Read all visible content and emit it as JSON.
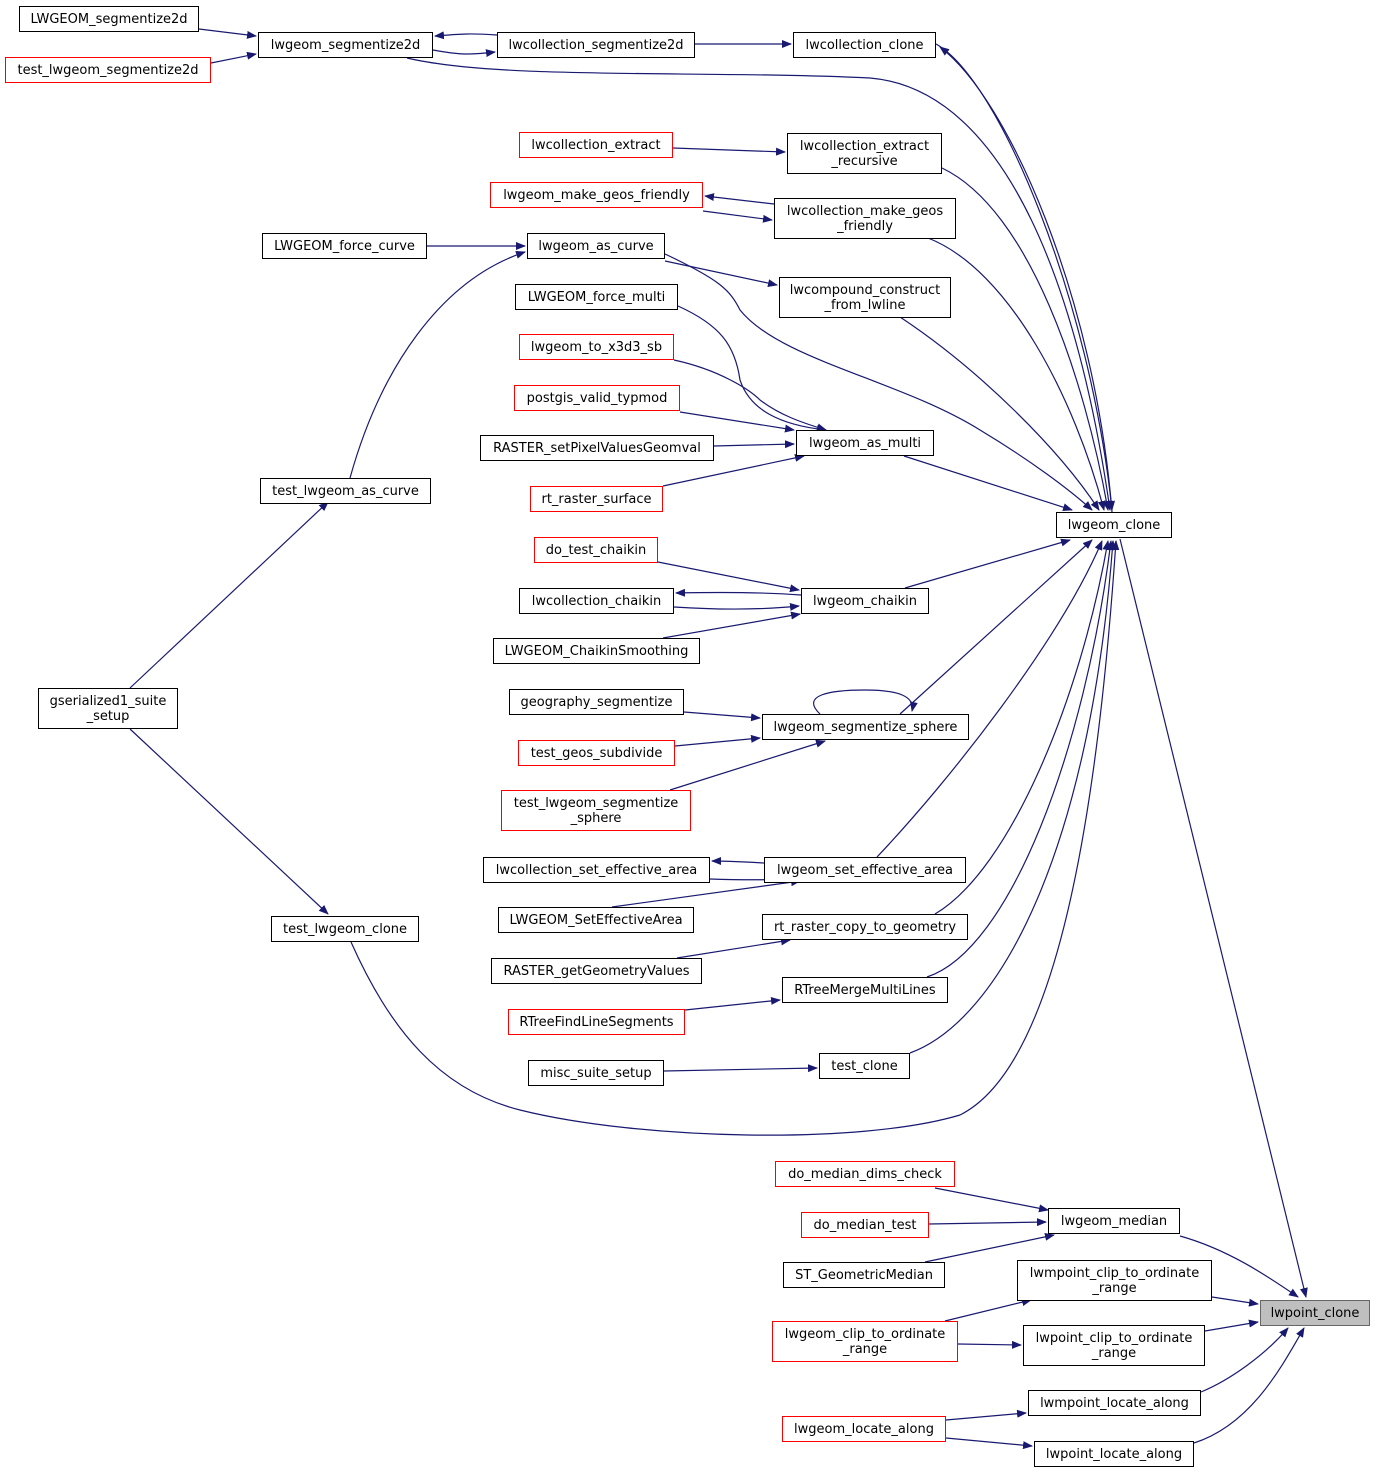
{
  "graph": {
    "edge_color": "#191970",
    "nodes": {
      "lwpoint_clone": {
        "lines": [
          "lwpoint_clone"
        ],
        "style": "focus"
      },
      "lwgeom_clone": {
        "lines": [
          "lwgeom_clone"
        ],
        "style": "black"
      },
      "lwgeom_median": {
        "lines": [
          "lwgeom_median"
        ],
        "style": "black"
      },
      "lwmpoint_clip_to_ordinate_range": {
        "lines": [
          "lwmpoint_clip_to_ordinate",
          "_range"
        ],
        "style": "black"
      },
      "lwpoint_clip_to_ordinate_range": {
        "lines": [
          "lwpoint_clip_to_ordinate",
          "_range"
        ],
        "style": "black"
      },
      "lwmpoint_locate_along": {
        "lines": [
          "lwmpoint_locate_along"
        ],
        "style": "black"
      },
      "lwpoint_locate_along": {
        "lines": [
          "lwpoint_locate_along"
        ],
        "style": "black"
      },
      "do_median_dims_check": {
        "lines": [
          "do_median_dims_check"
        ],
        "style": "red"
      },
      "do_median_test": {
        "lines": [
          "do_median_test"
        ],
        "style": "red"
      },
      "ST_GeometricMedian": {
        "lines": [
          "ST_GeometricMedian"
        ],
        "style": "black"
      },
      "lwgeom_clip_to_ordinate_range": {
        "lines": [
          "lwgeom_clip_to_ordinate",
          "_range"
        ],
        "style": "red"
      },
      "lwgeom_locate_along": {
        "lines": [
          "lwgeom_locate_along"
        ],
        "style": "red"
      },
      "lwcollection_clone": {
        "lines": [
          "lwcollection_clone"
        ],
        "style": "black"
      },
      "lwcollection_extract_recursive": {
        "lines": [
          "lwcollection_extract",
          "_recursive"
        ],
        "style": "black"
      },
      "lwcollection_make_geos_friendly": {
        "lines": [
          "lwcollection_make_geos",
          "_friendly"
        ],
        "style": "black"
      },
      "lwcompound_construct_from_lwline": {
        "lines": [
          "lwcompound_construct",
          "_from_lwline"
        ],
        "style": "black"
      },
      "lwgeom_as_multi": {
        "lines": [
          "lwgeom_as_multi"
        ],
        "style": "black"
      },
      "lwgeom_chaikin": {
        "lines": [
          "lwgeom_chaikin"
        ],
        "style": "black"
      },
      "lwgeom_segmentize_sphere": {
        "lines": [
          "lwgeom_segmentize_sphere"
        ],
        "style": "black"
      },
      "lwgeom_set_effective_area": {
        "lines": [
          "lwgeom_set_effective_area"
        ],
        "style": "black"
      },
      "rt_raster_copy_to_geometry": {
        "lines": [
          "rt_raster_copy_to_geometry"
        ],
        "style": "black"
      },
      "RTreeMergeMultiLines": {
        "lines": [
          "RTreeMergeMultiLines"
        ],
        "style": "black"
      },
      "test_clone": {
        "lines": [
          "test_clone"
        ],
        "style": "black"
      },
      "lwcollection_segmentize2d": {
        "lines": [
          "lwcollection_segmentize2d"
        ],
        "style": "black"
      },
      "lwgeom_segmentize2d": {
        "lines": [
          "lwgeom_segmentize2d"
        ],
        "style": "black"
      },
      "LWGEOM_segmentize2d": {
        "lines": [
          "LWGEOM_segmentize2d"
        ],
        "style": "black"
      },
      "test_lwgeom_segmentize2d": {
        "lines": [
          "test_lwgeom_segmentize2d"
        ],
        "style": "red"
      },
      "lwcollection_extract": {
        "lines": [
          "lwcollection_extract"
        ],
        "style": "red"
      },
      "lwgeom_make_geos_friendly": {
        "lines": [
          "lwgeom_make_geos_friendly"
        ],
        "style": "red"
      },
      "lwgeom_as_curve": {
        "lines": [
          "lwgeom_as_curve"
        ],
        "style": "black"
      },
      "LWGEOM_force_curve": {
        "lines": [
          "LWGEOM_force_curve"
        ],
        "style": "black"
      },
      "LWGEOM_force_multi": {
        "lines": [
          "LWGEOM_force_multi"
        ],
        "style": "black"
      },
      "lwgeom_to_x3d3_sb": {
        "lines": [
          "lwgeom_to_x3d3_sb"
        ],
        "style": "red"
      },
      "postgis_valid_typmod": {
        "lines": [
          "postgis_valid_typmod"
        ],
        "style": "red"
      },
      "RASTER_setPixelValuesGeomval": {
        "lines": [
          "RASTER_setPixelValuesGeomval"
        ],
        "style": "black"
      },
      "rt_raster_surface": {
        "lines": [
          "rt_raster_surface"
        ],
        "style": "red"
      },
      "do_test_chaikin": {
        "lines": [
          "do_test_chaikin"
        ],
        "style": "red"
      },
      "lwcollection_chaikin": {
        "lines": [
          "lwcollection_chaikin"
        ],
        "style": "black"
      },
      "LWGEOM_ChaikinSmoothing": {
        "lines": [
          "LWGEOM_ChaikinSmoothing"
        ],
        "style": "black"
      },
      "geography_segmentize": {
        "lines": [
          "geography_segmentize"
        ],
        "style": "black"
      },
      "test_geos_subdivide": {
        "lines": [
          "test_geos_subdivide"
        ],
        "style": "red"
      },
      "test_lwgeom_segmentize_sphere": {
        "lines": [
          "test_lwgeom_segmentize",
          "_sphere"
        ],
        "style": "red"
      },
      "lwcollection_set_effective_area": {
        "lines": [
          "lwcollection_set_effective_area"
        ],
        "style": "black"
      },
      "LWGEOM_SetEffectiveArea": {
        "lines": [
          "LWGEOM_SetEffectiveArea"
        ],
        "style": "black"
      },
      "RASTER_getGeometryValues": {
        "lines": [
          "RASTER_getGeometryValues"
        ],
        "style": "black"
      },
      "RTreeFindLineSegments": {
        "lines": [
          "RTreeFindLineSegments"
        ],
        "style": "red"
      },
      "misc_suite_setup": {
        "lines": [
          "misc_suite_setup"
        ],
        "style": "black"
      },
      "test_lwgeom_as_curve": {
        "lines": [
          "test_lwgeom_as_curve"
        ],
        "style": "black"
      },
      "test_lwgeom_clone": {
        "lines": [
          "test_lwgeom_clone"
        ],
        "style": "black"
      },
      "gserialized1_suite_setup": {
        "lines": [
          "gserialized1_suite",
          "_setup"
        ],
        "style": "black"
      }
    },
    "edges": [
      [
        "lwgeom_clone",
        "lwpoint_clone"
      ],
      [
        "lwgeom_median",
        "lwpoint_clone"
      ],
      [
        "lwmpoint_clip_to_ordinate_range",
        "lwpoint_clone"
      ],
      [
        "lwpoint_clip_to_ordinate_range",
        "lwpoint_clone"
      ],
      [
        "lwmpoint_locate_along",
        "lwpoint_clone"
      ],
      [
        "lwpoint_locate_along",
        "lwpoint_clone"
      ],
      [
        "do_median_dims_check",
        "lwgeom_median"
      ],
      [
        "do_median_test",
        "lwgeom_median"
      ],
      [
        "ST_GeometricMedian",
        "lwgeom_median"
      ],
      [
        "lwgeom_clip_to_ordinate_range",
        "lwmpoint_clip_to_ordinate_range"
      ],
      [
        "lwgeom_clip_to_ordinate_range",
        "lwpoint_clip_to_ordinate_range"
      ],
      [
        "lwgeom_locate_along",
        "lwmpoint_locate_along"
      ],
      [
        "lwgeom_locate_along",
        "lwpoint_locate_along"
      ],
      [
        "lwcollection_clone",
        "lwgeom_clone"
      ],
      [
        "lwgeom_clone",
        "lwcollection_clone"
      ],
      [
        "lwcollection_extract_recursive",
        "lwgeom_clone"
      ],
      [
        "lwcollection_make_geos_friendly",
        "lwgeom_clone"
      ],
      [
        "lwcompound_construct_from_lwline",
        "lwgeom_clone"
      ],
      [
        "lwgeom_as_curve",
        "lwgeom_clone"
      ],
      [
        "lwgeom_as_multi",
        "lwgeom_clone"
      ],
      [
        "lwgeom_chaikin",
        "lwgeom_clone"
      ],
      [
        "lwgeom_segmentize_sphere",
        "lwgeom_clone"
      ],
      [
        "lwgeom_set_effective_area",
        "lwgeom_clone"
      ],
      [
        "rt_raster_copy_to_geometry",
        "lwgeom_clone"
      ],
      [
        "RTreeMergeMultiLines",
        "lwgeom_clone"
      ],
      [
        "test_clone",
        "lwgeom_clone"
      ],
      [
        "test_lwgeom_clone",
        "lwgeom_clone"
      ],
      [
        "lwgeom_segmentize2d",
        "lwgeom_clone"
      ],
      [
        "lwcollection_segmentize2d",
        "lwcollection_clone"
      ],
      [
        "lwgeom_segmentize2d",
        "lwcollection_segmentize2d"
      ],
      [
        "lwcollection_segmentize2d",
        "lwgeom_segmentize2d"
      ],
      [
        "LWGEOM_segmentize2d",
        "lwgeom_segmentize2d"
      ],
      [
        "test_lwgeom_segmentize2d",
        "lwgeom_segmentize2d"
      ],
      [
        "lwcollection_extract",
        "lwcollection_extract_recursive"
      ],
      [
        "lwcollection_make_geos_friendly",
        "lwgeom_make_geos_friendly"
      ],
      [
        "lwgeom_make_geos_friendly",
        "lwcollection_make_geos_friendly"
      ],
      [
        "lwgeom_as_curve",
        "lwcompound_construct_from_lwline"
      ],
      [
        "LWGEOM_force_curve",
        "lwgeom_as_curve"
      ],
      [
        "test_lwgeom_as_curve",
        "lwgeom_as_curve"
      ],
      [
        "LWGEOM_force_multi",
        "lwgeom_as_multi"
      ],
      [
        "lwgeom_to_x3d3_sb",
        "lwgeom_as_multi"
      ],
      [
        "postgis_valid_typmod",
        "lwgeom_as_multi"
      ],
      [
        "RASTER_setPixelValuesGeomval",
        "lwgeom_as_multi"
      ],
      [
        "rt_raster_surface",
        "lwgeom_as_multi"
      ],
      [
        "do_test_chaikin",
        "lwgeom_chaikin"
      ],
      [
        "lwgeom_chaikin",
        "lwcollection_chaikin"
      ],
      [
        "lwcollection_chaikin",
        "lwgeom_chaikin"
      ],
      [
        "LWGEOM_ChaikinSmoothing",
        "lwgeom_chaikin"
      ],
      [
        "geography_segmentize",
        "lwgeom_segmentize_sphere"
      ],
      [
        "test_geos_subdivide",
        "lwgeom_segmentize_sphere"
      ],
      [
        "test_lwgeom_segmentize_sphere",
        "lwgeom_segmentize_sphere"
      ],
      [
        "lwgeom_segmentize_sphere",
        "lwgeom_segmentize_sphere"
      ],
      [
        "lwgeom_set_effective_area",
        "lwcollection_set_effective_area"
      ],
      [
        "lwcollection_set_effective_area",
        "lwgeom_set_effective_area"
      ],
      [
        "LWGEOM_SetEffectiveArea",
        "lwgeom_set_effective_area"
      ],
      [
        "RASTER_getGeometryValues",
        "rt_raster_copy_to_geometry"
      ],
      [
        "RTreeFindLineSegments",
        "RTreeMergeMultiLines"
      ],
      [
        "misc_suite_setup",
        "test_clone"
      ],
      [
        "gserialized1_suite_setup",
        "test_lwgeom_as_curve"
      ],
      [
        "gserialized1_suite_setup",
        "test_lwgeom_clone"
      ]
    ]
  }
}
